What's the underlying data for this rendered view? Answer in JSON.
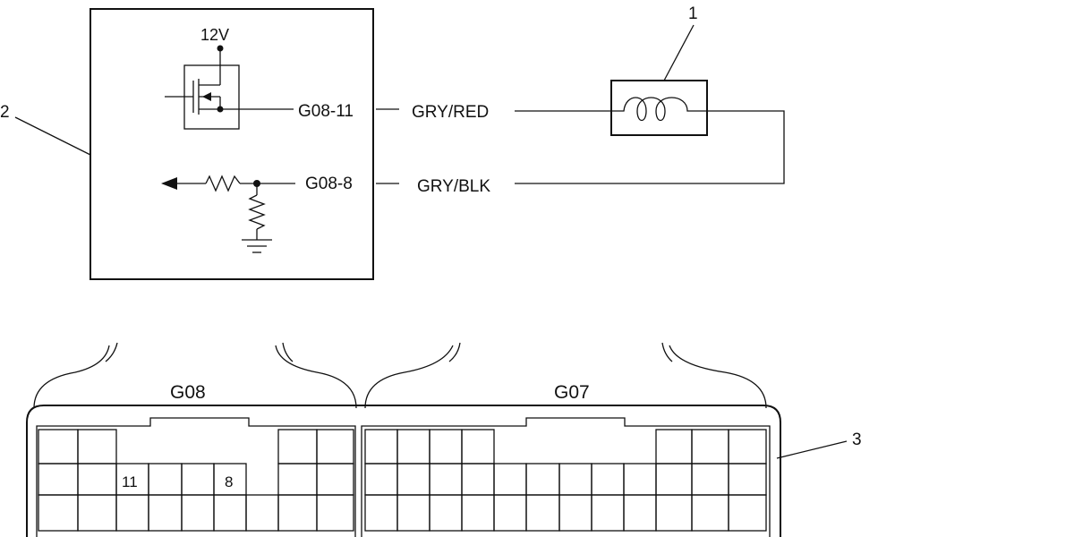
{
  "callouts": {
    "one": "1",
    "two": "2",
    "three": "3"
  },
  "module": {
    "supply_label": "12V",
    "pin_output": "G08-11",
    "pin_input": "G08-8"
  },
  "wires": {
    "output_color": "GRY/RED",
    "input_color": "GRY/BLK"
  },
  "connectors": {
    "left_name": "G08",
    "right_name": "G07",
    "pin_11_label": "11",
    "pin_8_label": "8"
  }
}
